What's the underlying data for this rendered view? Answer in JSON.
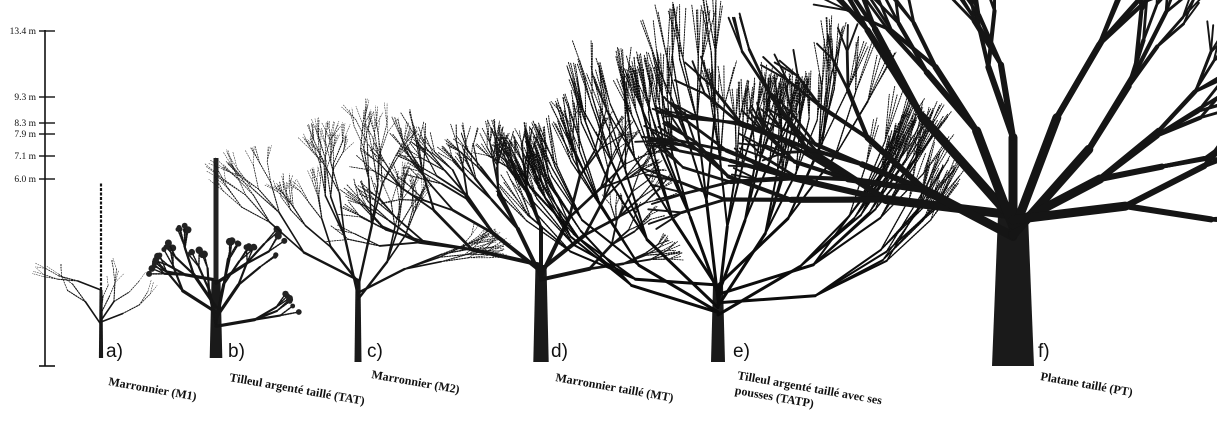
{
  "scale": {
    "labels": [
      "13.4 m",
      "9.3 m",
      "8.3 m",
      "7.9 m",
      "7.1 m",
      "6.0 m"
    ]
  },
  "trees": [
    {
      "letter": "a)",
      "caption": [
        "Marronnier (M1)"
      ]
    },
    {
      "letter": "b)",
      "caption": [
        "Tilleul argenté taillé (TAT)"
      ]
    },
    {
      "letter": "c)",
      "caption": [
        "Marronnier (M2)"
      ]
    },
    {
      "letter": "d)",
      "caption": [
        "Marronnier taillé (MT)"
      ]
    },
    {
      "letter": "e)",
      "caption": [
        "Tilleul argenté taillé avec ses",
        "pousses (TATP)"
      ]
    },
    {
      "letter": "f)",
      "caption": [
        "Platane taillé (PT)"
      ]
    }
  ]
}
